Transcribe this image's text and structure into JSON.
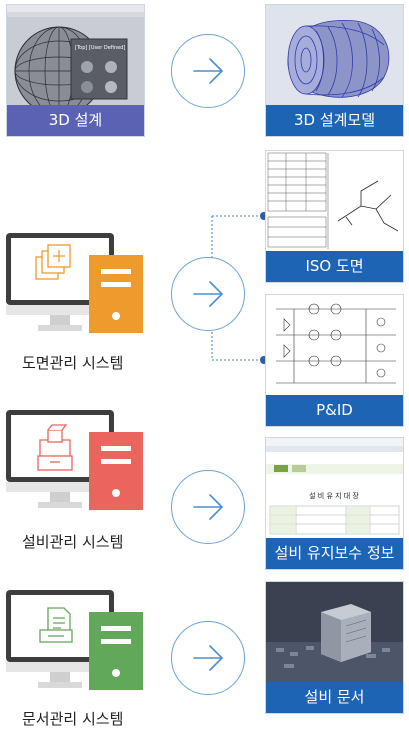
{
  "rows": [
    {
      "source": {
        "label": "3D 설계"
      },
      "target": {
        "label": "3D 설계모델"
      }
    },
    {
      "source": {
        "label": "도면관리 시스템"
      },
      "targets": [
        {
          "label": "ISO 도면"
        },
        {
          "label": "P&ID"
        }
      ]
    },
    {
      "source": {
        "label": "설비관리 시스템"
      },
      "target": {
        "label": "설비 유지보수 정보"
      }
    },
    {
      "source": {
        "label": "문서관리 시스템"
      },
      "target": {
        "label": "설비 문서"
      }
    }
  ],
  "screenshot_3d": {
    "viewport_label": "[Top] [User Defined]"
  },
  "equipment_doc": {
    "title": "설 비 유 지 대 장"
  },
  "colors": {
    "caption_purple": "#5b62b4",
    "caption_blue": "#1e64b5",
    "arrow": "#6aa4d8",
    "drawing_system": "#ee9a2c",
    "equipment_system": "#e9655d",
    "document_system": "#62a85a",
    "monitor": "#3d3d3d"
  },
  "icons": [
    "arrow-right-icon",
    "monitor-icon",
    "server-tower-icon",
    "layers-icon",
    "cabinet-icon",
    "document-tray-icon",
    "connector-dot-icon"
  ]
}
